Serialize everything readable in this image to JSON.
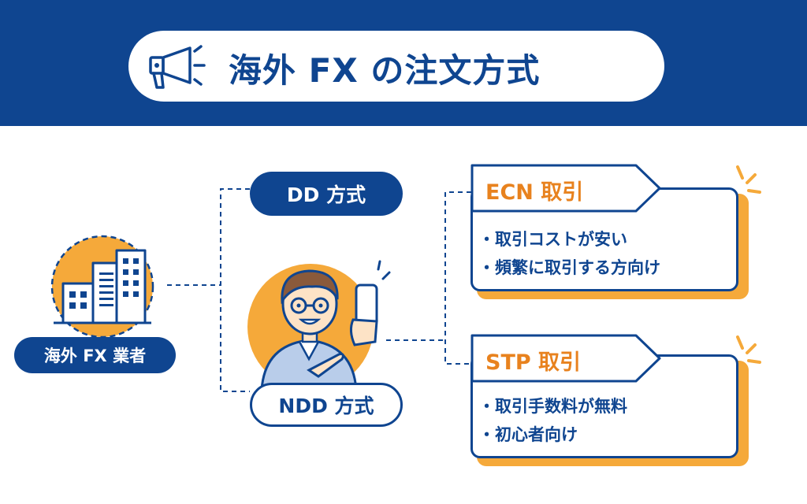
{
  "header": {
    "title": "海外 FX の注文方式"
  },
  "company": {
    "label": "海外 FX 業者"
  },
  "dd": {
    "label": "DD 方式"
  },
  "ndd": {
    "label": "NDD 方式"
  },
  "ecn": {
    "title": "ECN 取引",
    "points": [
      "取引コストが安い",
      "頻繁に取引する方向け"
    ]
  },
  "stp": {
    "title": "STP 取引",
    "points": [
      "取引手数料が無料",
      "初心者向け"
    ]
  },
  "colors": {
    "navy": "#0f4590",
    "orange": "#f5a93a",
    "accent_text": "#e8821e"
  }
}
